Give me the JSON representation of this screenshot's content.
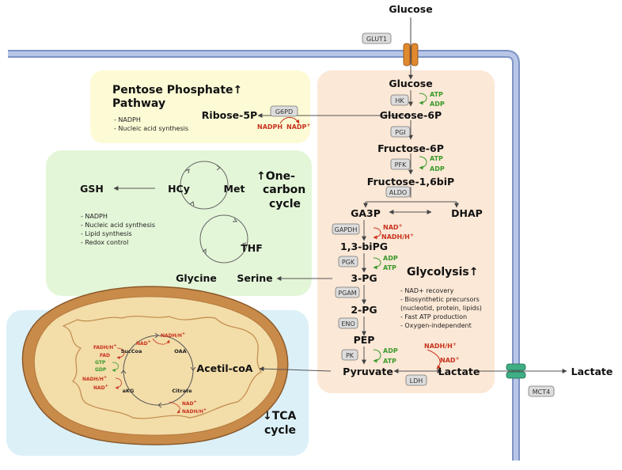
{
  "pathways": {
    "ppp": {
      "title_line1": "Pentose Phosphate",
      "title_line2": "Pathway",
      "arrow": "↑",
      "notes": [
        "- NADPH",
        "- Nucleic acid synthesis"
      ]
    },
    "one_carbon": {
      "title_line1": "One-",
      "title_line2": "carbon",
      "title_line3": "cycle",
      "arrow": "↑",
      "notes": [
        "- NADPH",
        "- Nucleic acid synthesis",
        "- Lipid synthesis",
        "- Redox control"
      ]
    },
    "glycolysis": {
      "title": "Glycolysis",
      "arrow": "↑",
      "notes": [
        "- NAD+ recovery",
        "- Biosynthetic precursors",
        "(nucleotid, protein, lipids)",
        "- Fast ATP production",
        "- Oxygen-independent"
      ]
    },
    "tca": {
      "title_line1": "TCA",
      "title_line2": "cycle",
      "arrow": "↓"
    }
  },
  "metabolites": {
    "glucose_out": "Glucose",
    "glucose": "Glucose",
    "g6p": "Glucose-6P",
    "f6p": "Fructose-6P",
    "f16bp": "Fructose-1,6biP",
    "ga3p": "GA3P",
    "dhap": "DHAP",
    "bpg13": "1,3-biPG",
    "pg3": "3-PG",
    "pg2": "2-PG",
    "pep": "PEP",
    "pyruvate": "Pyruvate",
    "lactate": "Lactate",
    "lactate_out": "Lactate",
    "ribose5p": "Ribose-5P",
    "acetyl_coa": "Acetil-coA",
    "gsh": "GSH",
    "hcy": "HCy",
    "met": "Met",
    "thf": "THF",
    "glycine": "Glycine",
    "serine": "Serine",
    "succoa": "SucCoa",
    "oaa": "OAA",
    "akg": "aKG",
    "citrate": "Citrate"
  },
  "enzymes": {
    "glut1": "GLUT1",
    "hk": "HK",
    "pgi": "PGI",
    "pfk": "PFK",
    "aldo": "ALDO",
    "gapdh": "GAPDH",
    "pgk": "PGK",
    "pgam": "PGAM",
    "eno": "ENO",
    "pk": "PK",
    "ldh": "LDH",
    "g6pd": "G6PD",
    "mct4": "MCT4"
  },
  "cofactors": {
    "atp": "ATP",
    "adp": "ADP",
    "nad": "NAD",
    "nadh": "NADH/H",
    "plus": "+",
    "nadph": "NADPH",
    "nadp": "NADP",
    "fadh": "FADH/H",
    "fad": "FAD",
    "gtp": "GTP",
    "gdp": "GDP"
  },
  "colors": {
    "membrane": "#8ea3cf",
    "ppp_bg": "#fdfbd6",
    "one_carbon_bg": "#e4f6d8",
    "glycolysis_bg": "#fbe8d6",
    "tca_bg": "#dcf0f8",
    "mito_outer": "#c98b4a",
    "mito_inner": "#f3dda9",
    "transporter_glut": "#e08a2e",
    "transporter_mct": "#3fae84",
    "cofactor_green": "#3a9a2a",
    "cofactor_red": "#c8321e"
  }
}
